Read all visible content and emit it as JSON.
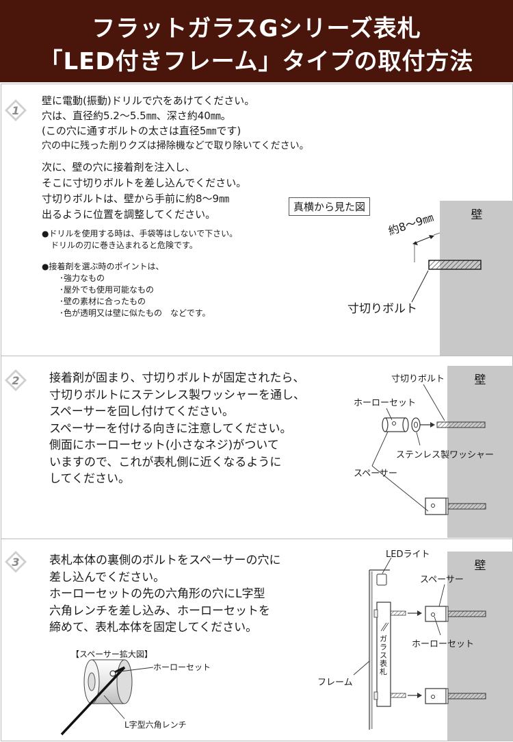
{
  "header": {
    "line1": "フラットガラスGシリーズ表札",
    "line2": "「LED付きフレーム」タイプの取付方法"
  },
  "steps": [
    {
      "number": "1",
      "text_a": [
        "壁に電動(振動)ドリルで穴をあけてください。",
        "穴は、直径約5.2～5.5㎜、深さ約40㎜。",
        "(この穴に通すボルトの太さは直径5㎜です)",
        "穴の中に残った削りクズは掃除機などで取り除いてください。"
      ],
      "text_b": [
        "次に、壁の穴に接着剤を注入し、",
        "そこに寸切りボルトを差し込んでください。",
        "寸切りボルトは、壁から手前に約8～9㎜",
        "出るように位置を調整してください。"
      ],
      "note1": [
        "●ドリルを使用する時は、手袋等はしないで下さい。",
        "ドリルの刃に巻き込まれると危険です。"
      ],
      "note2": [
        "●接着剤を選ぶ時のポイントは、",
        "･強力なもの",
        "･屋外でも使用可能なもの",
        "･壁の素材に合ったもの",
        "･色が透明又は壁に似たもの　などです。"
      ],
      "diagram": {
        "side_view_label": "真横から見た図",
        "wall_label": "壁",
        "distance_label": "約8～9㎜",
        "bolt_label": "寸切りボルト"
      }
    },
    {
      "number": "2",
      "text": [
        "接着剤が固まり、寸切りボルトが固定されたら、",
        "寸切りボルトにステンレス製ワッシャーを通し、",
        "スペーサーを回し付けてください。",
        "スペーサーを付ける向きに注意してください。",
        "側面にホーローセット(小さなネジ)がついて",
        "いますので、これが表札側に近くなるように",
        "してください。"
      ],
      "diagram": {
        "wall_label": "壁",
        "bolt_label": "寸切りボルト",
        "set_label": "ホーローセット",
        "washer_label": "ステンレス製ワッシャー",
        "spacer_label": "スペーサー"
      }
    },
    {
      "number": "3",
      "text": [
        "表札本体の裏側のボルトをスペーサーの穴に",
        "差し込んでください。",
        "ホーローセットの先の六角形の穴にL字型",
        "六角レンチを差し込み、ホーローセットを",
        "締めて、表札本体を固定してください。"
      ],
      "zoom": {
        "title": "【スペーサー拡大図】",
        "set_label": "ホーローセット",
        "wrench_label": "L字型六角レンチ"
      },
      "diagram": {
        "led_label": "LEDライト",
        "wall_label": "壁",
        "spacer_label": "スペーサー",
        "set_label": "ホーローセット",
        "frame_label": "フレーム",
        "plate_label": "ガラス表札"
      }
    }
  ]
}
